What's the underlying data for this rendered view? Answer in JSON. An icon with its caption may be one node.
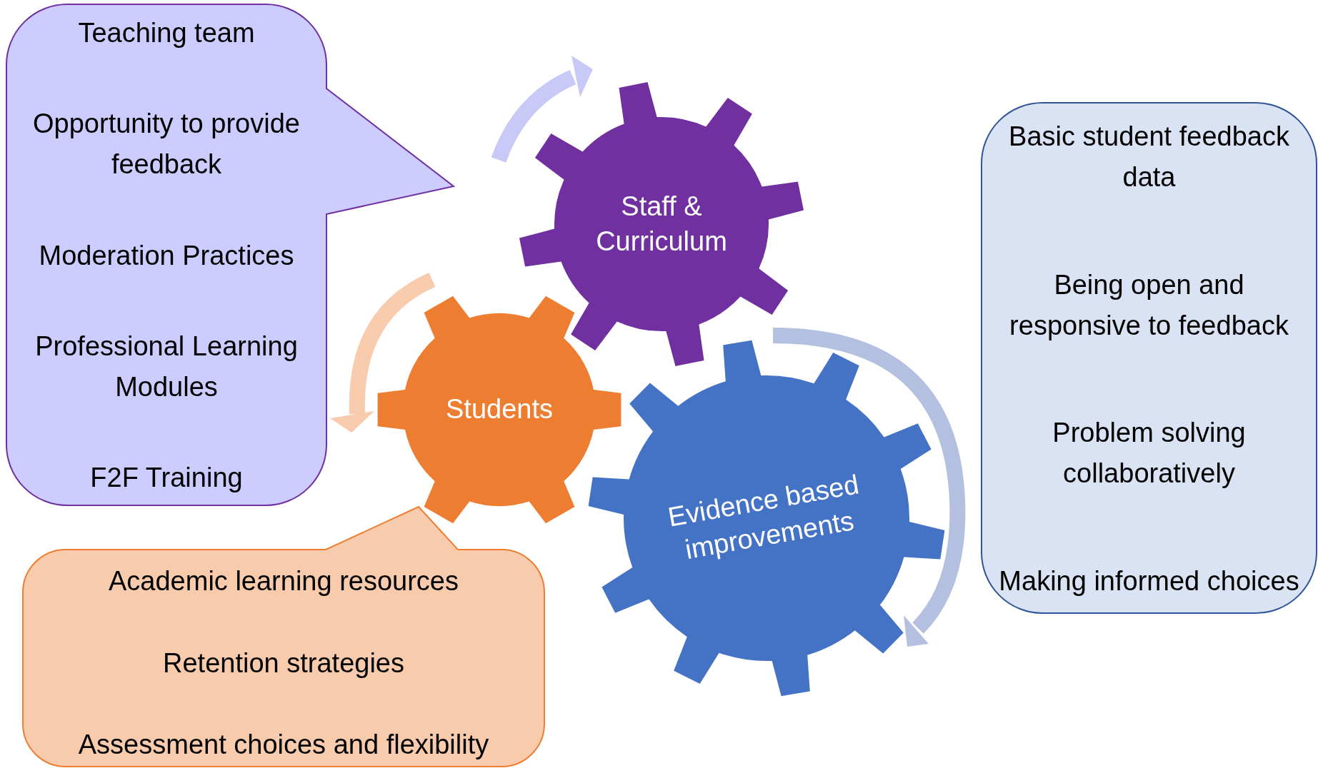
{
  "diagram": {
    "nodes": [
      {
        "text": [
          "Teaching team",
          "Opportunity to provide feedback",
          "Moderation Practices",
          "Professional Learning Modules",
          "F2F Training"
        ]
      },
      {
        "text": [
          "Staff & Curriculum"
        ]
      },
      {
        "text": [
          "Students"
        ]
      },
      {
        "text": [
          "Evidence based improvements"
        ]
      },
      {
        "text": [
          "Academic learning resources",
          "Retention strategies",
          "Assessment choices and flexibility"
        ]
      },
      {
        "text": [
          "Basic student feedback data",
          "Being open and responsive to feedback",
          "Problem solving collaboratively",
          "Making informed choices"
        ]
      }
    ]
  }
}
